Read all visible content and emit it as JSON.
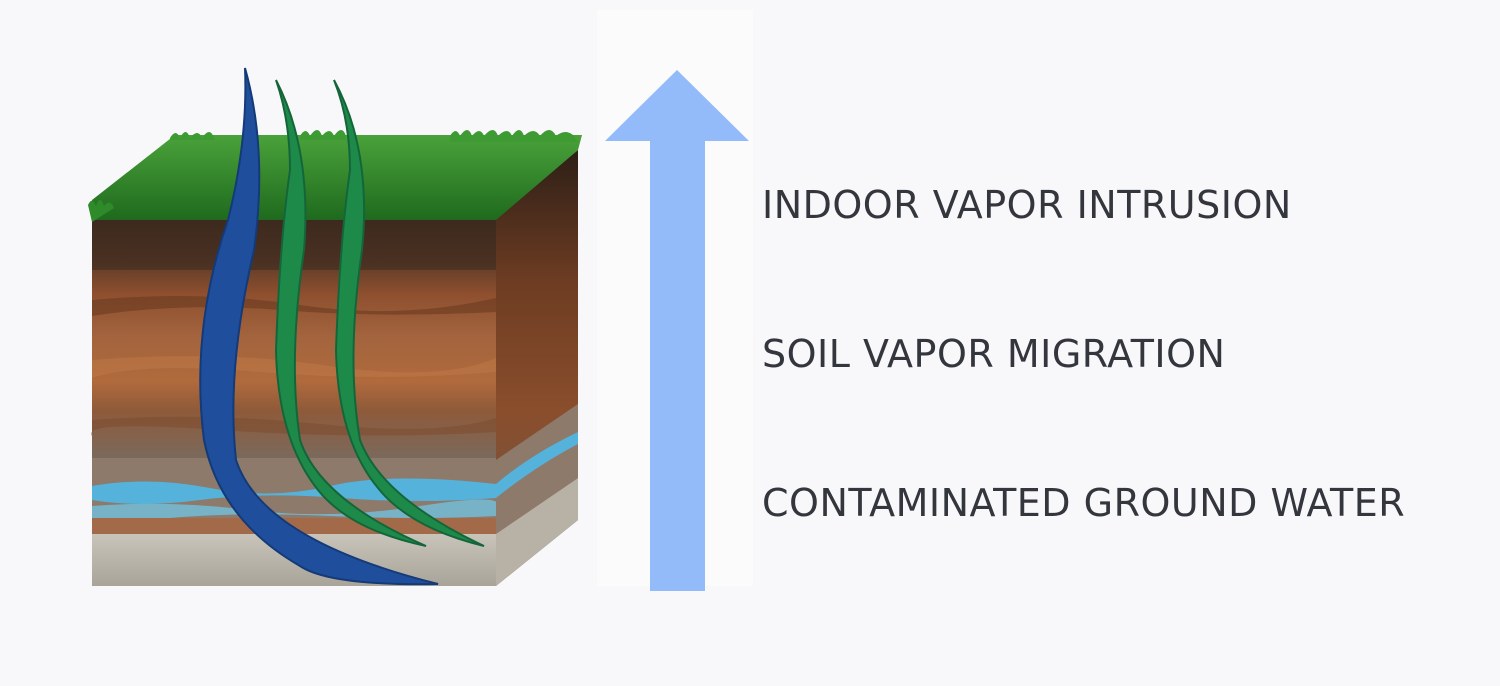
{
  "labels": [
    "INDOOR VAPOR INTRUSION",
    "SOIL VAPOR MIGRATION",
    "CONTAMINATED GROUND WATER"
  ],
  "arrow": {
    "direction": "up",
    "color": "#93baf9"
  },
  "colors": {
    "grass": "#2f8a2a",
    "topsoil": "#4a3426",
    "clay": "#9a5a37",
    "groundwater": "#4fb8e8",
    "bedrock": "#bdb8ae",
    "well_blue": "#1f4f9c",
    "well_green": "#1e8a4a",
    "text": "#34363d"
  }
}
